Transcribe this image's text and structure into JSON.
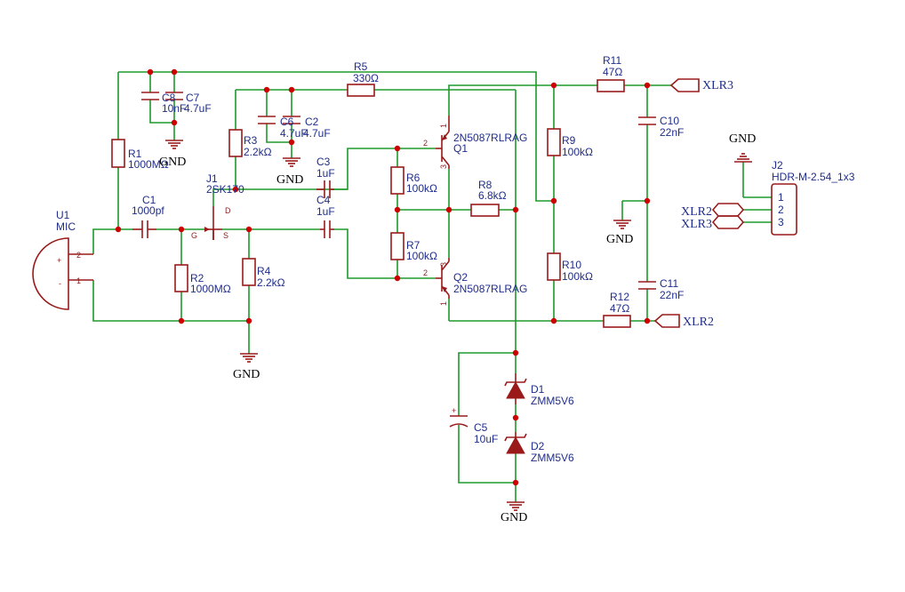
{
  "labels": {
    "R1": {
      "ref": "R1",
      "value": "1000MΩ"
    },
    "R2": {
      "ref": "R2",
      "value": "1000MΩ"
    },
    "R3": {
      "ref": "R3",
      "value": "2.2kΩ"
    },
    "R4": {
      "ref": "R4",
      "value": "2.2kΩ"
    },
    "R5": {
      "ref": "R5",
      "value": "330Ω"
    },
    "R6": {
      "ref": "R6",
      "value": "100kΩ"
    },
    "R7": {
      "ref": "R7",
      "value": "100kΩ"
    },
    "R8": {
      "ref": "R8",
      "value": "6.8kΩ"
    },
    "R9": {
      "ref": "R9",
      "value": "100kΩ"
    },
    "R10": {
      "ref": "R10",
      "value": "100kΩ"
    },
    "R11": {
      "ref": "R11",
      "value": "47Ω"
    },
    "R12": {
      "ref": "R12",
      "value": "47Ω"
    },
    "C1": {
      "ref": "C1",
      "value": "1000pf"
    },
    "C2": {
      "ref": "C2",
      "value": "4.7uF"
    },
    "C3": {
      "ref": "C3",
      "value": "1uF"
    },
    "C4": {
      "ref": "C4",
      "value": "1uF"
    },
    "C5": {
      "ref": "C5",
      "value": "10uF"
    },
    "C6": {
      "ref": "C6",
      "value": "4.7uF"
    },
    "C7": {
      "ref": "C7",
      "value": "4.7uF"
    },
    "C8": {
      "ref": "C8",
      "value": "10nF"
    },
    "C10": {
      "ref": "C10",
      "value": "22nF"
    },
    "C11": {
      "ref": "C11",
      "value": "22nF"
    },
    "D1": {
      "ref": "D1",
      "value": "ZMM5V6"
    },
    "D2": {
      "ref": "D2",
      "value": "ZMM5V6"
    },
    "Q1": {
      "ref": "Q1",
      "value": "2N5087RLRAG"
    },
    "Q2": {
      "ref": "Q2",
      "value": "2N5087RLRAG"
    },
    "J1": {
      "ref": "J1",
      "value": "2SK170"
    },
    "U1": {
      "ref": "U1",
      "value": "MIC"
    },
    "J2": {
      "ref": "J2",
      "value": "HDR-M-2.54_1x3"
    }
  },
  "nets": {
    "gnd": "GND",
    "xlr2": "XLR2",
    "xlr3": "XLR3"
  },
  "pins": {
    "j1_gate": "G",
    "j1_drain": "D",
    "j1_source": "S",
    "one": "1",
    "two": "2",
    "three": "3",
    "plus": "+",
    "minus": "-"
  },
  "colors": {
    "wire": "#1e9a2a",
    "part": "#9a1a1a",
    "junction": "#cc0000",
    "label": "#1f2d8a",
    "background": "#ffffff"
  }
}
